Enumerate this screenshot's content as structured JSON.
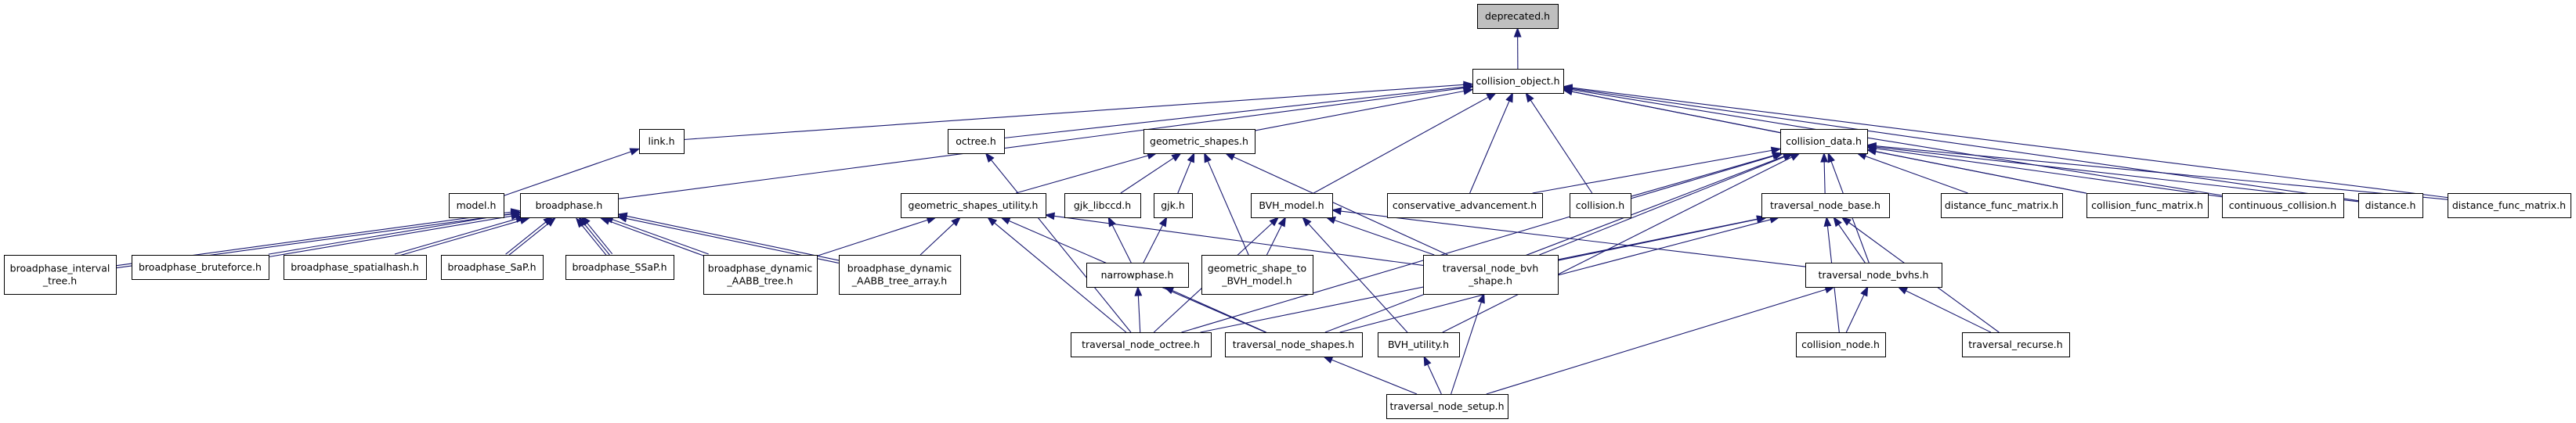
{
  "nodes": {
    "deprecated": [
      "deprecated.h"
    ],
    "collision_object": [
      "collision_object.h"
    ],
    "link": [
      "link.h"
    ],
    "octree": [
      "octree.h"
    ],
    "geometric_shapes": [
      "geometric_shapes.h"
    ],
    "collision_data": [
      "collision_data.h"
    ],
    "model": [
      "model.h"
    ],
    "broadphase": [
      "broadphase.h"
    ],
    "geometric_shapes_utility": [
      "geometric_shapes_utility.h"
    ],
    "gjk_libccd": [
      "gjk_libccd.h"
    ],
    "gjk": [
      "gjk.h"
    ],
    "bvh_model": [
      "BVH_model.h"
    ],
    "conservative_advancement": [
      "conservative_advancement.h"
    ],
    "collision": [
      "collision.h"
    ],
    "traversal_node_base": [
      "traversal_node_base.h"
    ],
    "distance_func_matrix": [
      "distance_func_matrix.h"
    ],
    "collision_func_matrix": [
      "collision_func_matrix.h"
    ],
    "continuous_collision": [
      "continuous_collision.h"
    ],
    "distance": [
      "distance.h"
    ],
    "distance_func_matrix2": [
      "distance_func_matrix.h"
    ],
    "broadphase_interval_tree": [
      "broadphase_interval",
      "_tree.h"
    ],
    "broadphase_bruteforce": [
      "broadphase_bruteforce.h"
    ],
    "broadphase_spatialhash": [
      "broadphase_spatialhash.h"
    ],
    "broadphase_sap": [
      "broadphase_SaP.h"
    ],
    "broadphase_ssap": [
      "broadphase_SSaP.h"
    ],
    "broadphase_dynamic_aabb_tree": [
      "broadphase_dynamic",
      "_AABB_tree.h"
    ],
    "broadphase_dynamic_aabb_tree_array": [
      "broadphase_dynamic",
      "_AABB_tree_array.h"
    ],
    "narrowphase": [
      "narrowphase.h"
    ],
    "geometric_shape_to_bvh_model": [
      "geometric_shape_to",
      "_BVH_model.h"
    ],
    "traversal_node_bvh_shape": [
      "traversal_node_bvh",
      "_shape.h"
    ],
    "traversal_node_bvhs": [
      "traversal_node_bvhs.h"
    ],
    "traversal_node_octree": [
      "traversal_node_octree.h"
    ],
    "traversal_node_shapes": [
      "traversal_node_shapes.h"
    ],
    "bvh_utility": [
      "BVH_utility.h"
    ],
    "collision_node": [
      "collision_node.h"
    ],
    "traversal_recurse": [
      "traversal_recurse.h"
    ],
    "traversal_node_setup": [
      "traversal_node_setup.h"
    ]
  },
  "edges": [
    [
      "collision_object",
      "deprecated",
      1
    ],
    [
      "link",
      "collision_object",
      1
    ],
    [
      "octree",
      "collision_object",
      1
    ],
    [
      "geometric_shapes",
      "collision_object",
      1
    ],
    [
      "collision_data",
      "collision_object",
      1
    ],
    [
      "broadphase",
      "collision_object",
      1
    ],
    [
      "bvh_model",
      "collision_object",
      1
    ],
    [
      "conservative_advancement",
      "collision_object",
      1
    ],
    [
      "collision",
      "collision_object",
      1
    ],
    [
      "collision_func_matrix",
      "collision_object",
      1
    ],
    [
      "continuous_collision",
      "collision_object",
      1
    ],
    [
      "distance",
      "collision_object",
      1
    ],
    [
      "distance_func_matrix2",
      "collision_object",
      1
    ],
    [
      "model",
      "link",
      1
    ],
    [
      "traversal_node_octree",
      "octree",
      1
    ],
    [
      "geometric_shapes_utility",
      "geometric_shapes",
      1
    ],
    [
      "gjk_libccd",
      "geometric_shapes",
      1
    ],
    [
      "gjk",
      "geometric_shapes",
      1
    ],
    [
      "geometric_shape_to_bvh_model",
      "geometric_shapes",
      1
    ],
    [
      "traversal_node_bvh_shape",
      "geometric_shapes",
      1
    ],
    [
      "conservative_advancement",
      "collision_data",
      1
    ],
    [
      "collision",
      "collision_data",
      1
    ],
    [
      "traversal_node_base",
      "collision_data",
      1
    ],
    [
      "distance_func_matrix",
      "collision_data",
      1
    ],
    [
      "collision_func_matrix",
      "collision_data",
      1
    ],
    [
      "continuous_collision",
      "collision_data",
      1
    ],
    [
      "distance",
      "collision_data",
      1
    ],
    [
      "distance_func_matrix2",
      "collision_data",
      1
    ],
    [
      "traversal_node_bvh_shape",
      "collision_data",
      1
    ],
    [
      "traversal_node_octree",
      "collision_data",
      1
    ],
    [
      "traversal_node_shapes",
      "collision_data",
      1
    ],
    [
      "bvh_utility",
      "collision_data",
      1
    ],
    [
      "traversal_node_bvhs",
      "collision_data",
      1
    ],
    [
      "broadphase_interval_tree",
      "broadphase",
      2
    ],
    [
      "broadphase_bruteforce",
      "broadphase",
      2
    ],
    [
      "broadphase_spatialhash",
      "broadphase",
      2
    ],
    [
      "broadphase_sap",
      "broadphase",
      2
    ],
    [
      "broadphase_ssap",
      "broadphase",
      3
    ],
    [
      "broadphase_dynamic_aabb_tree",
      "broadphase",
      2
    ],
    [
      "broadphase_dynamic_aabb_tree_array",
      "broadphase",
      2
    ],
    [
      "broadphase_dynamic_aabb_tree",
      "geometric_shapes_utility",
      1
    ],
    [
      "broadphase_dynamic_aabb_tree_array",
      "geometric_shapes_utility",
      1
    ],
    [
      "traversal_node_bvh_shape",
      "geometric_shapes_utility",
      1
    ],
    [
      "traversal_node_octree",
      "geometric_shapes_utility",
      1
    ],
    [
      "traversal_node_shapes",
      "geometric_shapes_utility",
      1
    ],
    [
      "narrowphase",
      "gjk_libccd",
      1
    ],
    [
      "narrowphase",
      "gjk",
      1
    ],
    [
      "geometric_shape_to_bvh_model",
      "bvh_model",
      1
    ],
    [
      "traversal_node_bvh_shape",
      "bvh_model",
      1
    ],
    [
      "traversal_node_bvhs",
      "bvh_model",
      1
    ],
    [
      "traversal_node_octree",
      "bvh_model",
      1
    ],
    [
      "bvh_utility",
      "bvh_model",
      1
    ],
    [
      "traversal_node_bvh_shape",
      "traversal_node_base",
      1
    ],
    [
      "traversal_node_bvhs",
      "traversal_node_base",
      1
    ],
    [
      "collision_node",
      "traversal_node_base",
      1
    ],
    [
      "traversal_recurse",
      "traversal_node_base",
      1
    ],
    [
      "traversal_node_octree",
      "traversal_node_base",
      1
    ],
    [
      "traversal_node_shapes",
      "traversal_node_base",
      1
    ],
    [
      "traversal_node_octree",
      "narrowphase",
      1
    ],
    [
      "traversal_node_shapes",
      "narrowphase",
      1
    ],
    [
      "traversal_node_setup",
      "traversal_node_bvh_shape",
      1
    ],
    [
      "collision_node",
      "traversal_node_bvhs",
      1
    ],
    [
      "traversal_recurse",
      "traversal_node_bvhs",
      1
    ],
    [
      "traversal_node_setup",
      "traversal_node_bvhs",
      1
    ],
    [
      "traversal_node_setup",
      "bvh_utility",
      1
    ],
    [
      "traversal_node_setup",
      "traversal_node_shapes",
      1
    ]
  ],
  "colors": {
    "edge": "#191970",
    "node_border": "#000000",
    "root_fill": "#bfbfbf",
    "node_fill": "#ffffff"
  }
}
